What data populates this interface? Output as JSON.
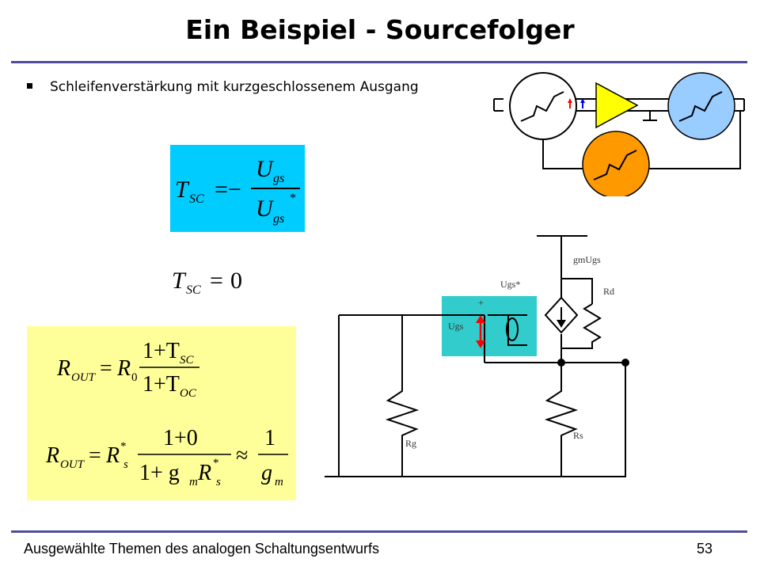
{
  "slide": {
    "title": "Ein Beispiel - Sourcefolger",
    "bullet": "Schleifenverstärkung mit kurzgeschlossenem Ausgang",
    "footer_left": "Ausgewählte Themen des analogen Schaltungsentwurfs",
    "page_number": "53"
  },
  "formulas": {
    "tsc_ratio": {
      "lhs": "T",
      "lhs_sub": "SC",
      "num": "U",
      "num_sub": "gs",
      "den": "U",
      "den_sub": "gs",
      "den_sup": "*"
    },
    "tsc_zero": {
      "lhs": "T",
      "lhs_sub": "SC",
      "rhs": "0"
    },
    "rout_general": {
      "lhs": "R",
      "lhs_sub": "OUT",
      "r0": "R",
      "r0_sub": "0",
      "num": "1+T",
      "num_sub": "SC",
      "den": "1+T",
      "den_sub": "OC"
    },
    "rout_result": {
      "lhs": "R",
      "lhs_sub": "OUT",
      "rs": "R",
      "rs_sup": "*",
      "rs_sub": "s",
      "num": "1+0",
      "den_a": "1+ g",
      "den_a_sub": "m",
      "den_b": "R",
      "den_b_sup": "*",
      "den_b_sub": "s",
      "approx": "≈",
      "num2": "1",
      "den2": "g",
      "den2_sub": "m"
    }
  },
  "circuit": {
    "labels": {
      "gmugs": "gmUgs",
      "ugs_star": "Ugs*",
      "plus": "+",
      "ugs": "Ugs",
      "rd": "Rd",
      "rg": "Rg",
      "rs": "Rs"
    }
  },
  "colors": {
    "title_rule": "#4d4d9a",
    "formula_cyan": "#00ccff",
    "formula_yellow": "#ffff99",
    "ugs_box": "#33cccc",
    "amp_yellow": "#ffff00",
    "circle_blue": "#99ccff",
    "circle_orange": "#ff9900",
    "arrow_red": "#ff0000"
  }
}
